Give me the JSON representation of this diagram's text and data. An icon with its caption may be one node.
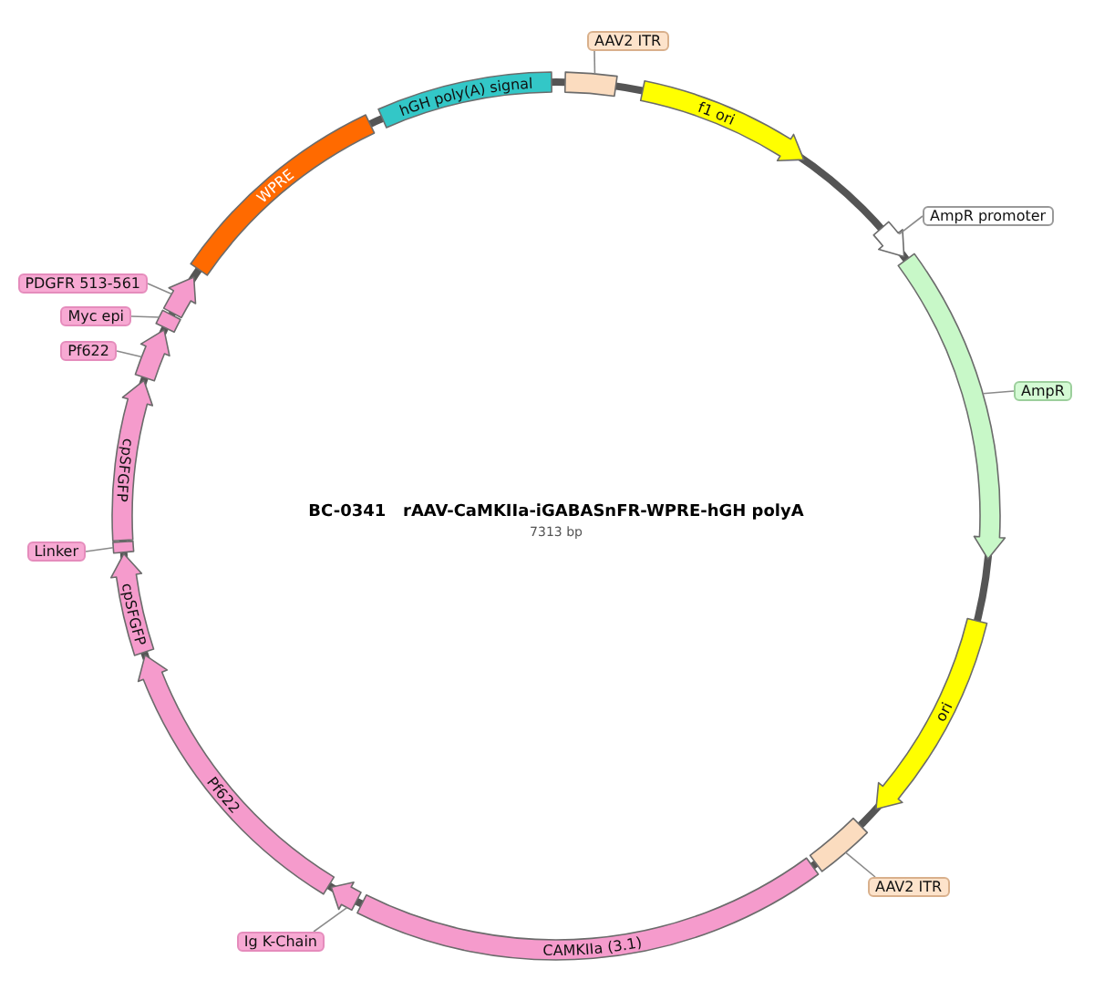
{
  "diagram": {
    "title": "BC-0341   rAAV-CaMKIIa-iGABASnFR-WPRE-hGH polyA",
    "nodes": [
      {
        "text": [
          "AAV2 ITR"
        ]
      },
      {
        "text": [],
        "shape": "bar"
      },
      {
        "text": [
          "f1 ori"
        ]
      },
      {
        "text": [
          "AmpR promoter"
        ]
      },
      {
        "text": [],
        "shape": "arrow"
      },
      {
        "text": [
          "AmpR"
        ]
      },
      {
        "text": [],
        "shape": "arrow"
      },
      {
        "text": [
          "ori"
        ]
      },
      {
        "text": [
          "AAV2 ITR"
        ]
      },
      {
        "text": [],
        "shape": "bar"
      },
      {
        "text": [
          "CAMKIIa (3.1)"
        ]
      },
      {
        "text": [
          "Ig K-Chain"
        ]
      },
      {
        "text": [],
        "shape": "arrow"
      },
      {
        "text": [
          "Pf622"
        ]
      },
      {
        "text": [
          "cpSFGFP"
        ]
      },
      {
        "text": [
          "Linker"
        ]
      },
      {
        "text": [],
        "shape": "bar"
      },
      {
        "text": [
          "cpSFGFP"
        ]
      },
      {
        "text": [
          "Pf622"
        ]
      },
      {
        "text": [],
        "shape": "arrow"
      },
      {
        "text": [
          "Myc epi"
        ]
      },
      {
        "text": [],
        "shape": "bar"
      },
      {
        "text": [
          "PDGFR 513-561"
        ]
      },
      {
        "text": [],
        "shape": "arrow"
      },
      {
        "text": [
          "WPRE"
        ]
      },
      {
        "text": [
          "hGH poly(A) signal"
        ]
      }
    ],
    "edges": [
      {
        "from": 0,
        "to": 1,
        "arrow": "none"
      },
      {
        "from": 3,
        "to": 4,
        "arrow": "none"
      },
      {
        "from": 5,
        "to": 6,
        "arrow": "none"
      },
      {
        "from": 8,
        "to": 9,
        "arrow": "none"
      },
      {
        "from": 11,
        "to": 12,
        "arrow": "none"
      },
      {
        "from": 15,
        "to": 16,
        "arrow": "none"
      },
      {
        "from": 18,
        "to": 19,
        "arrow": "none"
      },
      {
        "from": 20,
        "to": 21,
        "arrow": "none"
      },
      {
        "from": 22,
        "to": 23,
        "arrow": "none"
      }
    ],
    "labels": [
      "7313 bp"
    ]
  }
}
